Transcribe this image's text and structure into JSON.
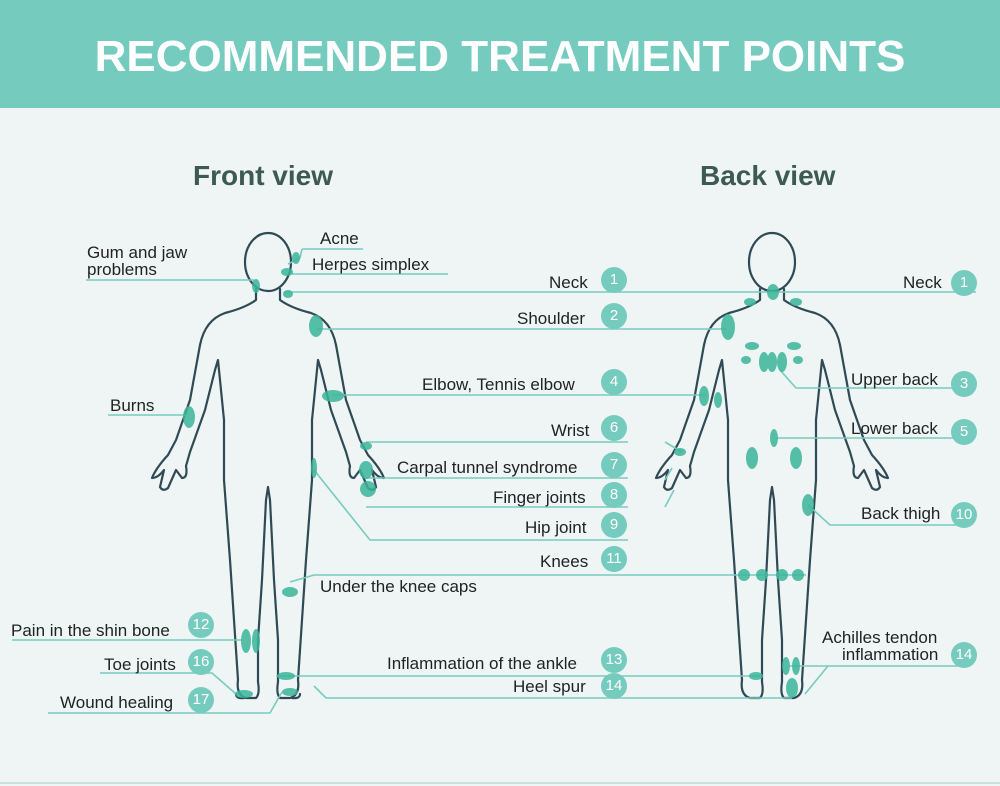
{
  "header": {
    "title": "RECOMMENDED TREATMENT POINTS"
  },
  "views": {
    "front": "Front view",
    "back": "Back view"
  },
  "labels": {
    "gum": "Gum and jaw problems",
    "acne": "Acne",
    "herpes": "Herpes simplex",
    "burns": "Burns",
    "neck": "Neck",
    "shoulder": "Shoulder",
    "elbow": "Elbow, Tennis elbow",
    "wrist": "Wrist",
    "carpal": "Carpal tunnel syndrome",
    "finger": "Finger joints",
    "hip": "Hip joint",
    "knees": "Knees",
    "under_knee": "Under the knee caps",
    "shin": "Pain in the shin bone",
    "toe": "Toe joints",
    "wound": "Wound healing",
    "ankle": "Inflammation of the ankle",
    "heel": "Heel spur",
    "neck_back": "Neck",
    "upper_back": "Upper back",
    "lower_back": "Lower back",
    "back_thigh": "Back thigh",
    "achilles_1": "Achilles tendon",
    "achilles_2": "inflammation"
  },
  "badges": {
    "neck": "1",
    "shoulder": "2",
    "elbow": "4",
    "wrist": "6",
    "carpal": "7",
    "finger": "8",
    "hip": "9",
    "knees": "11",
    "shin": "12",
    "toe": "16",
    "wound": "17",
    "ankle": "13",
    "heel": "14",
    "neck_back": "1",
    "upper_back": "3",
    "lower_back": "5",
    "back_thigh": "10",
    "achilles": "14"
  },
  "colors": {
    "accent": "#76cbbf",
    "spot": "#3bb59a",
    "outline": "#2f4a55",
    "background": "#eef5f4"
  }
}
